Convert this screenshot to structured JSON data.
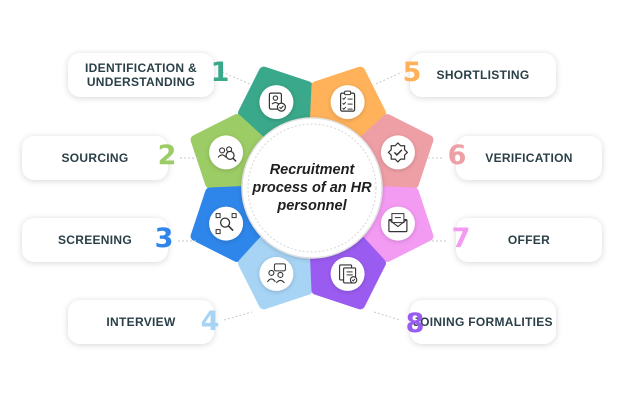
{
  "center": {
    "title": "Recruitment process of an HR personnel"
  },
  "steps": [
    {
      "number": "1",
      "label": "IDENTIFICATION & UNDERSTANDING",
      "color": "#3aa88a",
      "icon": "id-card-check-icon"
    },
    {
      "number": "2",
      "label": "SOURCING",
      "color": "#9ccc65",
      "icon": "people-search-icon"
    },
    {
      "number": "3",
      "label": "SCREENING",
      "color": "#2e86ea",
      "icon": "magnifier-network-icon"
    },
    {
      "number": "4",
      "label": "INTERVIEW",
      "color": "#a7d4f5",
      "icon": "interview-people-icon"
    },
    {
      "number": "5",
      "label": "SHORTLISTING",
      "color": "#ffb25a",
      "icon": "clipboard-checklist-icon"
    },
    {
      "number": "6",
      "label": "VERIFICATION",
      "color": "#ee9fa5",
      "icon": "verified-badge-icon"
    },
    {
      "number": "7",
      "label": "OFFER",
      "color": "#f39af3",
      "icon": "offer-letter-icon"
    },
    {
      "number": "8",
      "label": "JOINING FORMALITIES",
      "color": "#9a5cf0",
      "icon": "documents-formalities-icon"
    }
  ]
}
